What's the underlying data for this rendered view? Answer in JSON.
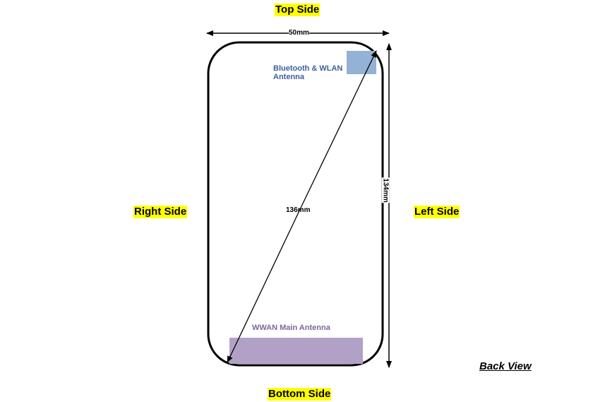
{
  "title": "Back View",
  "sides": {
    "top": "Top Side",
    "bottom": "Bottom Side",
    "left": "Left Side",
    "right": "Right Side"
  },
  "dimensions": {
    "width": "50mm",
    "height": "134mm",
    "diagonal": "136mm"
  },
  "antennas": [
    {
      "label_line1": "Bluetooth & WLAN",
      "label_line2": "Antenna",
      "color": "#94b1d6"
    },
    {
      "label_line1": "WWAN Main Antenna",
      "color": "#b2a1c7"
    }
  ],
  "colors": {
    "highlight": "#ffff00",
    "bt_text": "#3f5f99",
    "wwan_text": "#8064a2"
  }
}
